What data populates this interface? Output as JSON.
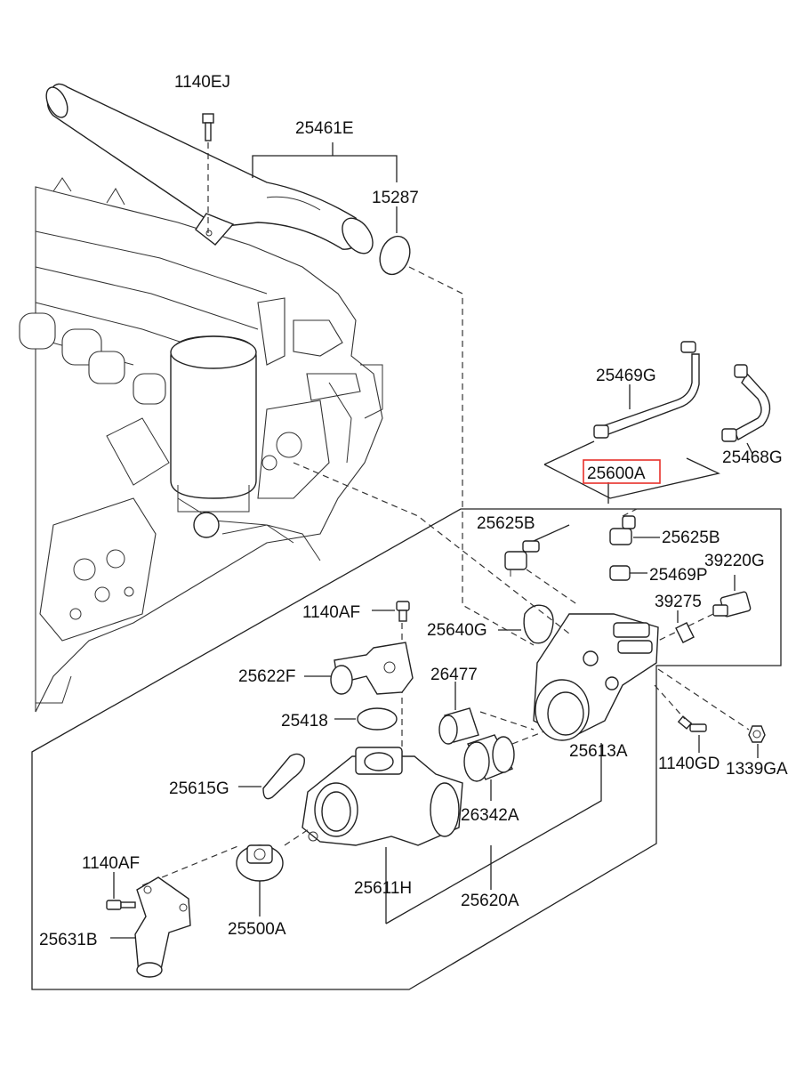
{
  "labels": {
    "1140EJ": "1140EJ",
    "25461E": "25461E",
    "15287": "15287",
    "25469G": "25469G",
    "25468G": "25468G",
    "25600A": "25600A",
    "25625B_left": "25625B",
    "25625B_right": "25625B",
    "25469P": "25469P",
    "39220G": "39220G",
    "39275": "39275",
    "1140AF_top": "1140AF",
    "25640G": "25640G",
    "25622F": "25622F",
    "26477": "26477",
    "25418": "25418",
    "25613A": "25613A",
    "1140GD": "1140GD",
    "1339GA": "1339GA",
    "25615G": "25615G",
    "26342A": "26342A",
    "1140AF_bottom": "1140AF",
    "25611H": "25611H",
    "25620A": "25620A",
    "25500A": "25500A",
    "25631B": "25631B"
  },
  "highlight": {
    "part": "25600A",
    "color": "#e8302a"
  }
}
